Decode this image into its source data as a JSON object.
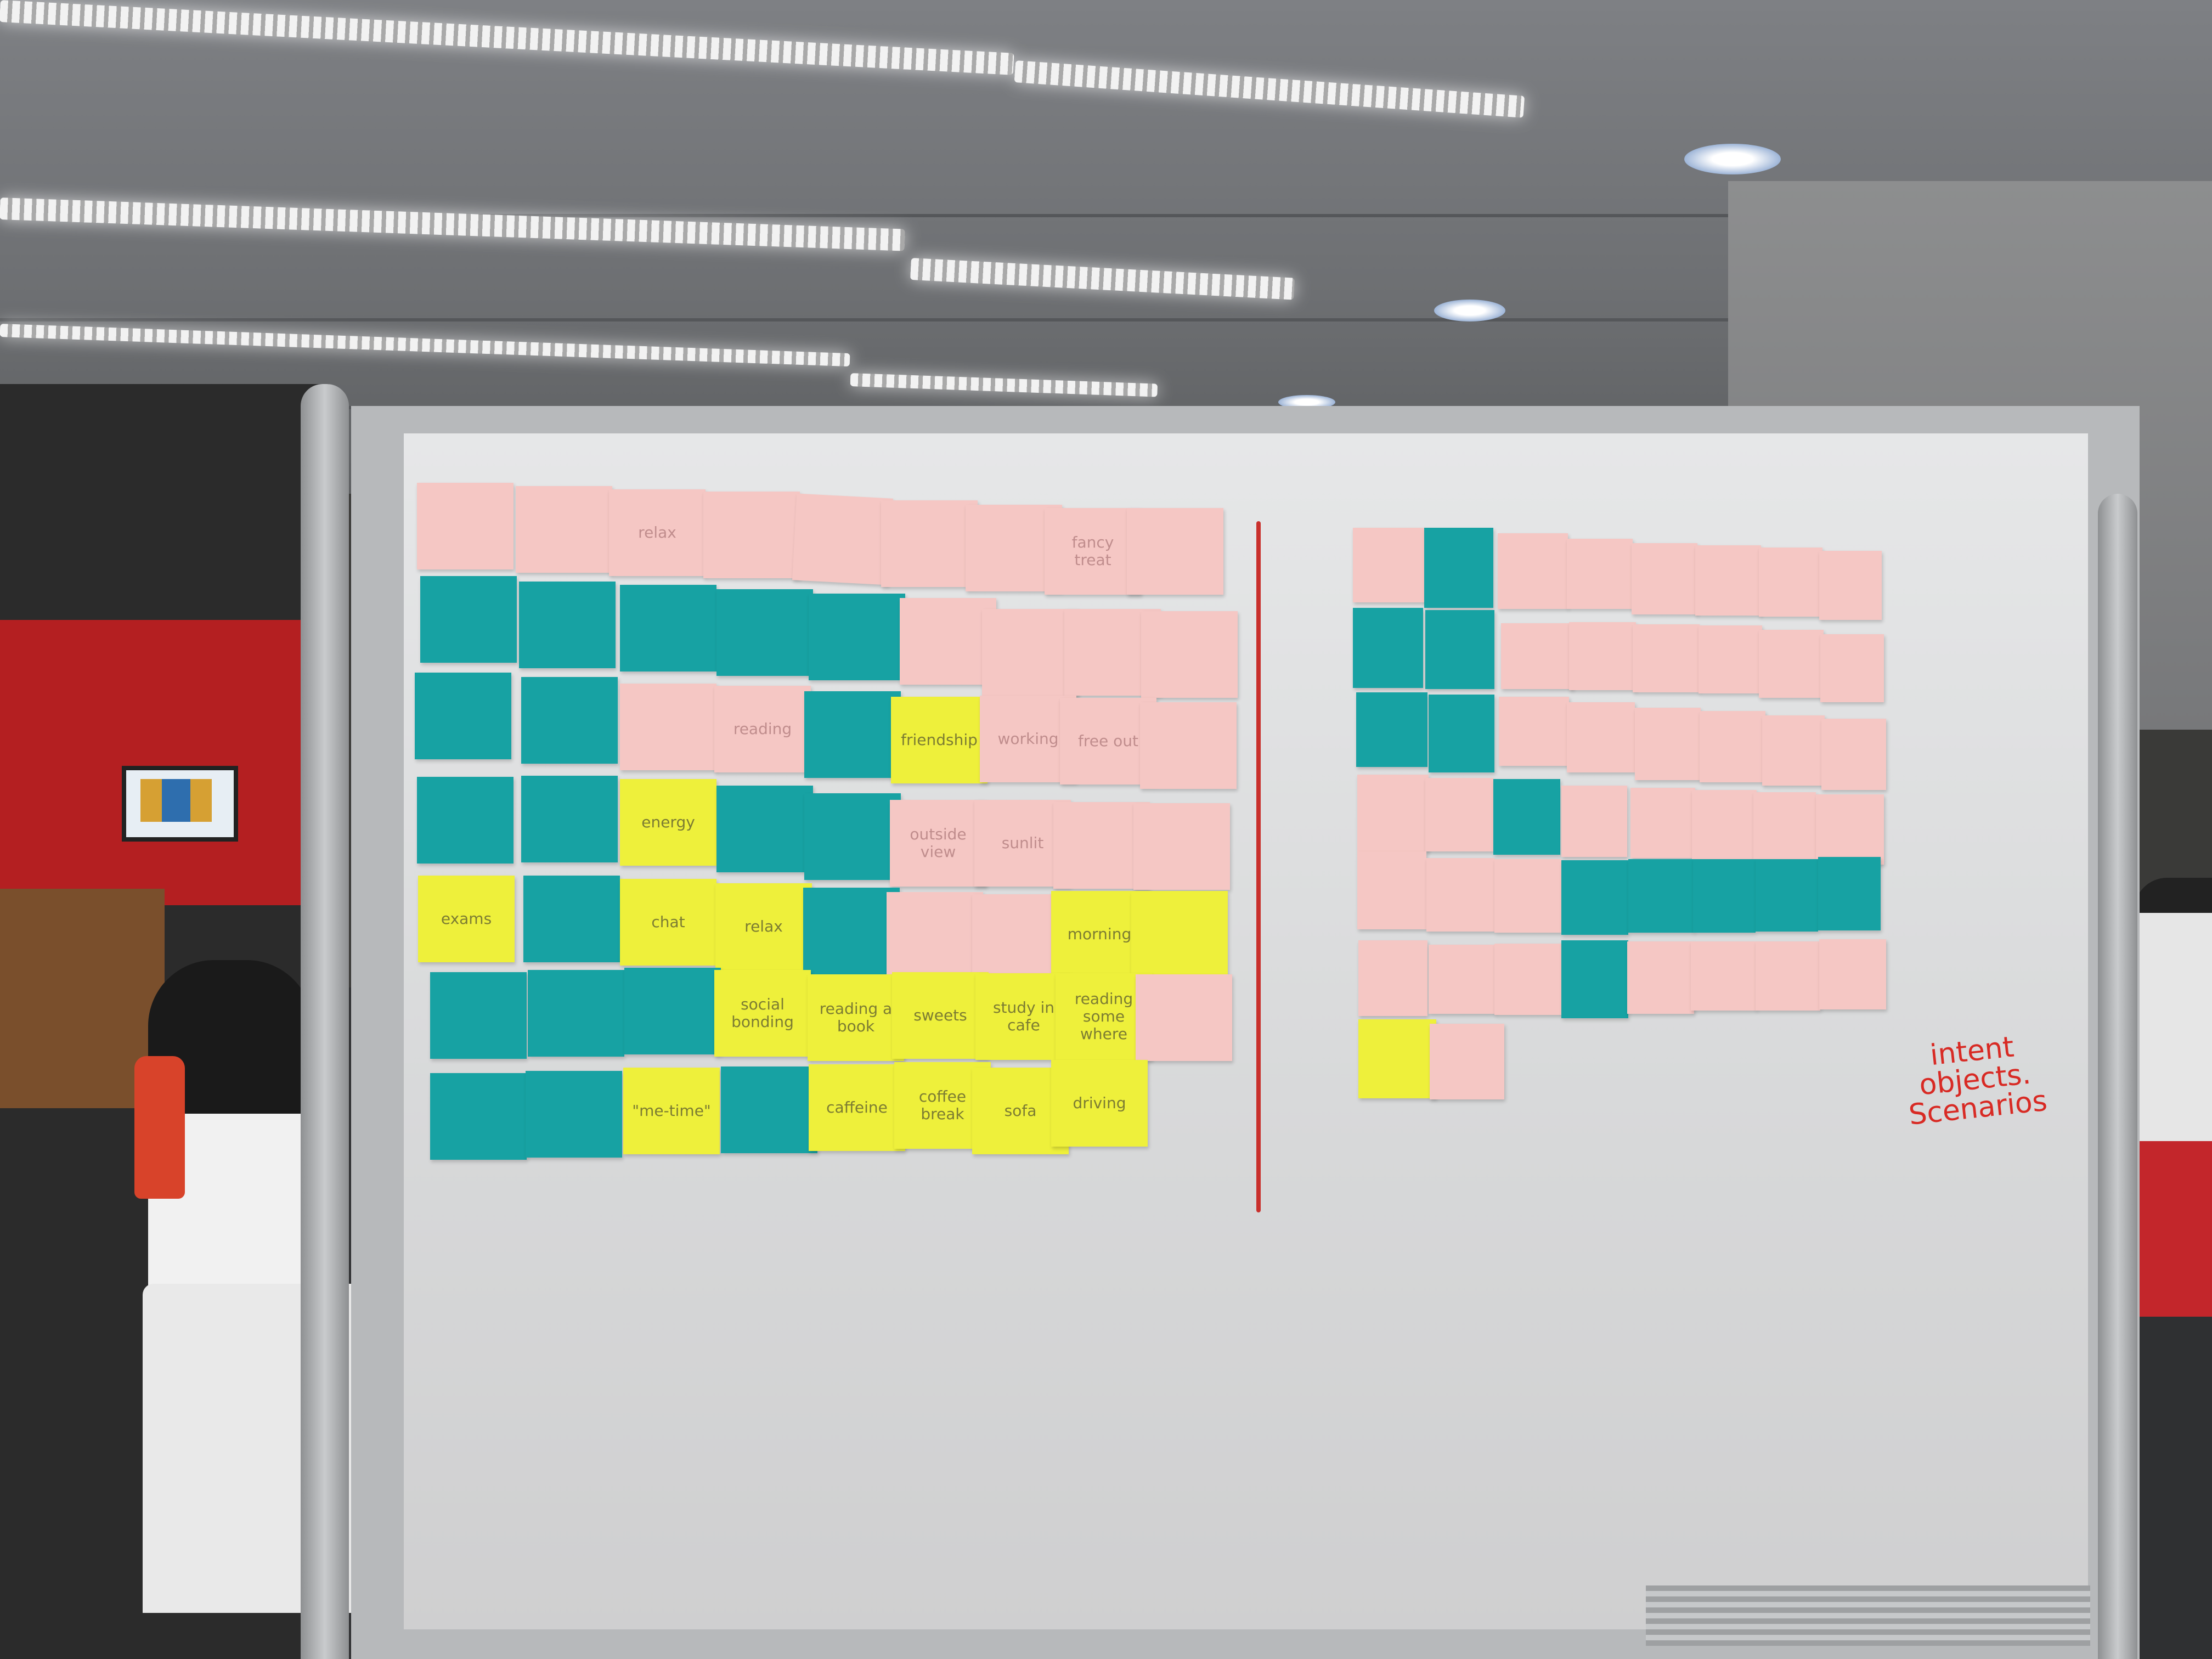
{
  "annotation": {
    "lines": [
      "intent",
      "objects.",
      "Scenarios"
    ],
    "color": "#d82a24"
  },
  "note_colors": {
    "pink": "#f5c7c4",
    "teal": "#17a2a3",
    "yellow": "#eef03b"
  },
  "notes": {
    "n1": {
      "color": "pink",
      "text": ""
    },
    "n2": {
      "color": "pink",
      "text": ""
    },
    "n3": {
      "color": "pink",
      "text": "relax"
    },
    "n4": {
      "color": "pink",
      "text": ""
    },
    "n5": {
      "color": "pink",
      "text": ""
    },
    "n6": {
      "color": "pink",
      "text": ""
    },
    "n7": {
      "color": "pink",
      "text": ""
    },
    "n8": {
      "color": "pink",
      "text": "fancy treat"
    },
    "n9": {
      "color": "pink",
      "text": ""
    },
    "n10": {
      "color": "teal",
      "text": ""
    },
    "n11": {
      "color": "teal",
      "text": ""
    },
    "n12": {
      "color": "teal",
      "text": ""
    },
    "n13": {
      "color": "teal",
      "text": ""
    },
    "n14": {
      "color": "teal",
      "text": ""
    },
    "n15": {
      "color": "pink",
      "text": ""
    },
    "n16": {
      "color": "pink",
      "text": ""
    },
    "n17": {
      "color": "pink",
      "text": ""
    },
    "n18": {
      "color": "pink",
      "text": ""
    },
    "n19": {
      "color": "teal",
      "text": ""
    },
    "n20": {
      "color": "teal",
      "text": ""
    },
    "n21": {
      "color": "pink",
      "text": ""
    },
    "n22": {
      "color": "pink",
      "text": "reading"
    },
    "n23": {
      "color": "teal",
      "text": ""
    },
    "n24": {
      "color": "yellow",
      "text": "friendship"
    },
    "n25": {
      "color": "pink",
      "text": "working"
    },
    "n26": {
      "color": "pink",
      "text": "free out"
    },
    "n27": {
      "color": "pink",
      "text": ""
    },
    "n28": {
      "color": "teal",
      "text": ""
    },
    "n29": {
      "color": "teal",
      "text": ""
    },
    "n30": {
      "color": "yellow",
      "text": "energy"
    },
    "n31": {
      "color": "teal",
      "text": ""
    },
    "n32": {
      "color": "teal",
      "text": ""
    },
    "n33": {
      "color": "pink",
      "text": "outside view"
    },
    "n34": {
      "color": "pink",
      "text": "sunlit"
    },
    "n35": {
      "color": "pink",
      "text": ""
    },
    "n36": {
      "color": "pink",
      "text": ""
    },
    "n37": {
      "color": "yellow",
      "text": "exams"
    },
    "n38": {
      "color": "teal",
      "text": ""
    },
    "n39": {
      "color": "yellow",
      "text": "chat"
    },
    "n40": {
      "color": "yellow",
      "text": "relax"
    },
    "n41": {
      "color": "teal",
      "text": ""
    },
    "n42": {
      "color": "pink",
      "text": ""
    },
    "n43": {
      "color": "pink",
      "text": ""
    },
    "n44": {
      "color": "yellow",
      "text": "morning"
    },
    "n45": {
      "color": "yellow",
      "text": ""
    },
    "n46": {
      "color": "teal",
      "text": ""
    },
    "n47": {
      "color": "teal",
      "text": ""
    },
    "n48": {
      "color": "teal",
      "text": ""
    },
    "n49": {
      "color": "yellow",
      "text": "social bonding"
    },
    "n50": {
      "color": "yellow",
      "text": "reading a book"
    },
    "n51": {
      "color": "yellow",
      "text": "sweets"
    },
    "n52": {
      "color": "yellow",
      "text": "study in cafe"
    },
    "n53": {
      "color": "yellow",
      "text": "reading some where"
    },
    "n54": {
      "color": "pink",
      "text": ""
    },
    "n55": {
      "color": "teal",
      "text": ""
    },
    "n56": {
      "color": "teal",
      "text": ""
    },
    "n57": {
      "color": "yellow",
      "text": "\"me-time\""
    },
    "n58": {
      "color": "teal",
      "text": ""
    },
    "n59": {
      "color": "yellow",
      "text": "caffeine"
    },
    "n60": {
      "color": "yellow",
      "text": "coffee break"
    },
    "n61": {
      "color": "yellow",
      "text": "sofa"
    },
    "n62": {
      "color": "yellow",
      "text": "driving"
    },
    "r1": {
      "color": "pink",
      "text": ""
    },
    "r2": {
      "color": "teal",
      "text": ""
    },
    "r3": {
      "color": "pink",
      "text": ""
    },
    "r4": {
      "color": "pink",
      "text": ""
    },
    "r5": {
      "color": "pink",
      "text": ""
    },
    "r6": {
      "color": "pink",
      "text": ""
    },
    "r7": {
      "color": "pink",
      "text": ""
    },
    "r8": {
      "color": "pink",
      "text": ""
    },
    "r9": {
      "color": "teal",
      "text": ""
    },
    "r10": {
      "color": "teal",
      "text": ""
    },
    "r11": {
      "color": "pink",
      "text": ""
    },
    "r12": {
      "color": "pink",
      "text": ""
    },
    "r13": {
      "color": "pink",
      "text": ""
    },
    "r14": {
      "color": "pink",
      "text": ""
    },
    "r15": {
      "color": "pink",
      "text": ""
    },
    "r16": {
      "color": "pink",
      "text": ""
    },
    "r17": {
      "color": "teal",
      "text": ""
    },
    "r18": {
      "color": "teal",
      "text": ""
    },
    "r19": {
      "color": "pink",
      "text": ""
    },
    "r20": {
      "color": "pink",
      "text": ""
    },
    "r21": {
      "color": "pink",
      "text": ""
    },
    "r22": {
      "color": "pink",
      "text": ""
    },
    "r23": {
      "color": "pink",
      "text": ""
    },
    "r24": {
      "color": "pink",
      "text": ""
    },
    "r25": {
      "color": "pink",
      "text": ""
    },
    "r26": {
      "color": "pink",
      "text": ""
    },
    "r27": {
      "color": "teal",
      "text": ""
    },
    "r28": {
      "color": "pink",
      "text": ""
    },
    "r29": {
      "color": "pink",
      "text": ""
    },
    "r30": {
      "color": "pink",
      "text": ""
    },
    "r31": {
      "color": "pink",
      "text": ""
    },
    "r32": {
      "color": "pink",
      "text": ""
    },
    "r33": {
      "color": "pink",
      "text": ""
    },
    "r34": {
      "color": "pink",
      "text": ""
    },
    "r35": {
      "color": "pink",
      "text": ""
    },
    "r36": {
      "color": "teal",
      "text": ""
    },
    "r37": {
      "color": "teal",
      "text": ""
    },
    "r38": {
      "color": "teal",
      "text": ""
    },
    "r39": {
      "color": "teal",
      "text": ""
    },
    "r40": {
      "color": "teal",
      "text": ""
    },
    "r41": {
      "color": "pink",
      "text": ""
    },
    "r42": {
      "color": "pink",
      "text": ""
    },
    "r43": {
      "color": "pink",
      "text": ""
    },
    "r44": {
      "color": "teal",
      "text": ""
    },
    "r45": {
      "color": "pink",
      "text": ""
    },
    "r46": {
      "color": "pink",
      "text": ""
    },
    "r47": {
      "color": "pink",
      "text": ""
    },
    "r48": {
      "color": "pink",
      "text": ""
    },
    "r49": {
      "color": "yellow",
      "text": ""
    },
    "r50": {
      "color": "pink",
      "text": ""
    }
  }
}
